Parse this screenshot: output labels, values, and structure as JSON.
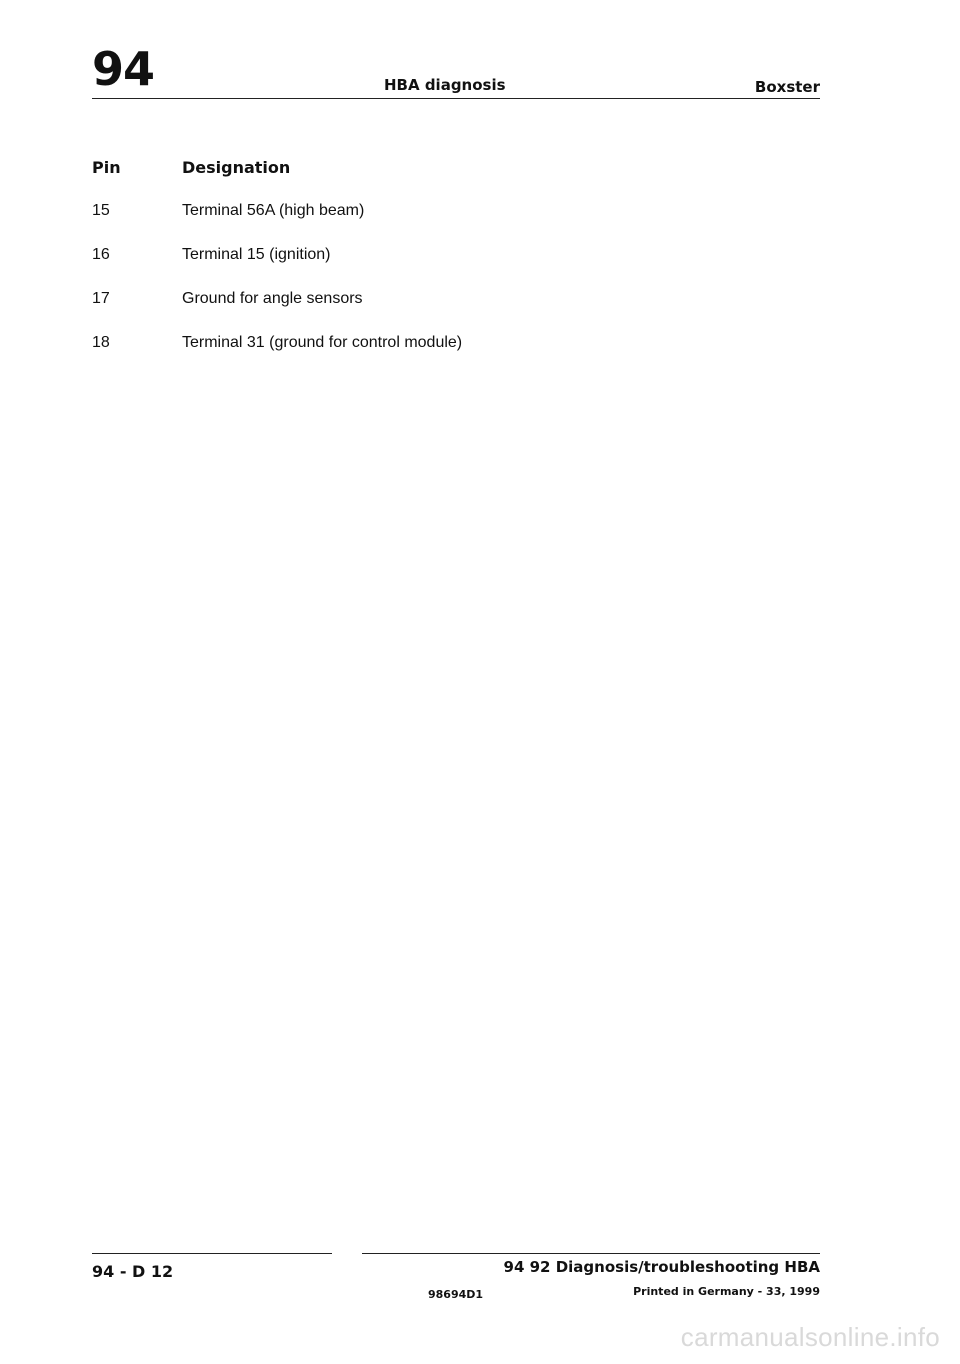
{
  "header": {
    "chapter": "94",
    "title": "HBA diagnosis",
    "model": "Boxster"
  },
  "table": {
    "columns": [
      "Pin",
      "Designation"
    ],
    "rows": [
      {
        "pin": "15",
        "designation": "Terminal 56A (high beam)"
      },
      {
        "pin": "16",
        "designation": "Terminal 15 (ignition)"
      },
      {
        "pin": "17",
        "designation": "Ground for angle sensors"
      },
      {
        "pin": "18",
        "designation": "Terminal 31 (ground for control module)"
      }
    ]
  },
  "footer": {
    "page": "94 - D 12",
    "section": "94 92 Diagnosis/troubleshooting HBA",
    "doc_number": "98694D1",
    "printed": "Printed in Germany - 33, 1999"
  },
  "watermark": "carmanualsonline.info"
}
